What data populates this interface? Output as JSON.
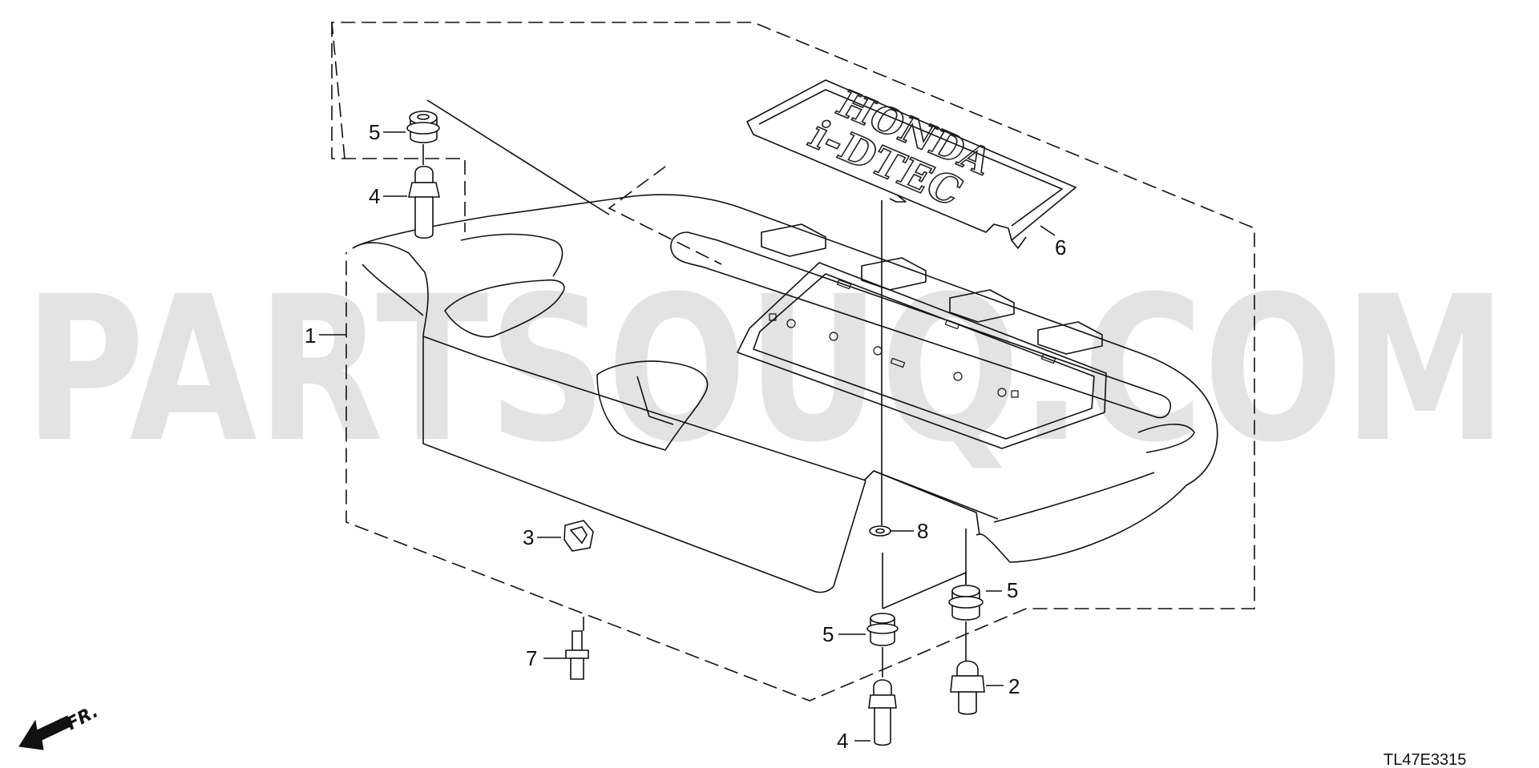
{
  "watermark": "PARTSOUQ.COM",
  "callouts": {
    "c1": "1",
    "c2": "2",
    "c3": "3",
    "c4a": "4",
    "c4b": "4",
    "c5a": "5",
    "c5b": "5",
    "c5c": "5",
    "c6": "6",
    "c7": "7",
    "c8": "8"
  },
  "emblem": {
    "brand": "HONDA",
    "model": "i-DTEC"
  },
  "direction_label": "FR.",
  "diagram_code": "TL47E3315",
  "colors": {
    "line": "#111111",
    "watermark": "#e3e3e3",
    "background": "#ffffff"
  }
}
